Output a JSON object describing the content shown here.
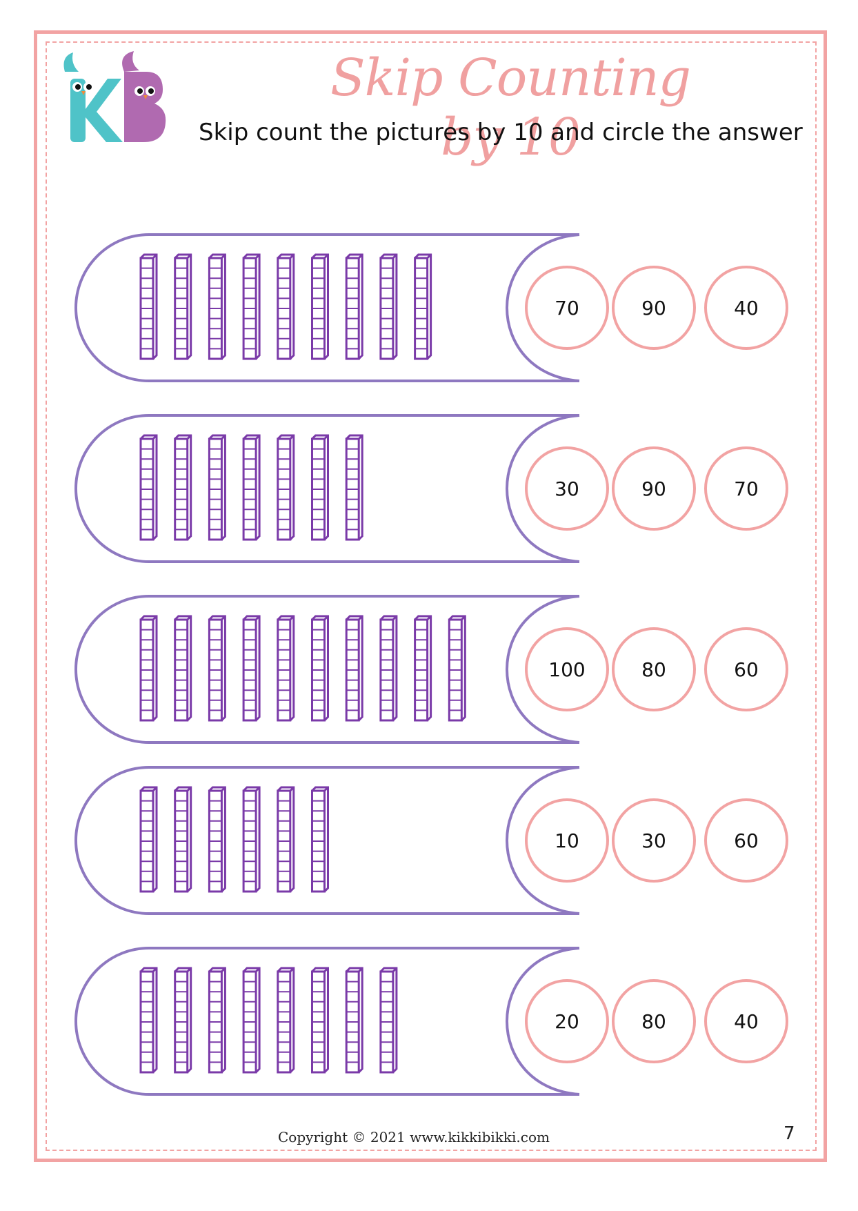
{
  "header": {
    "title": "Skip Counting by 10",
    "instruction": "Skip count the pictures by 10 and circle the answer"
  },
  "logo": {
    "icon": "kikkibikki-kb-logo",
    "letters": "KB",
    "colors": {
      "k": "#4fc3c8",
      "b": "#b06ab0"
    }
  },
  "colors": {
    "border": "#f2a3a3",
    "row_outline": "#8e78c0",
    "block": "#7a3aa8",
    "circle": "#f2a3a3"
  },
  "rows": [
    {
      "tens_rods": 9,
      "options": [
        "70",
        "90",
        "40"
      ]
    },
    {
      "tens_rods": 7,
      "options": [
        "30",
        "90",
        "70"
      ]
    },
    {
      "tens_rods": 10,
      "options": [
        "100",
        "80",
        "60"
      ]
    },
    {
      "tens_rods": 6,
      "options": [
        "10",
        "30",
        "60"
      ]
    },
    {
      "tens_rods": 8,
      "options": [
        "20",
        "80",
        "40"
      ]
    }
  ],
  "footer": {
    "copyright": "Copyright © 2021 www.kikkibikki.com",
    "page_number": "7"
  }
}
